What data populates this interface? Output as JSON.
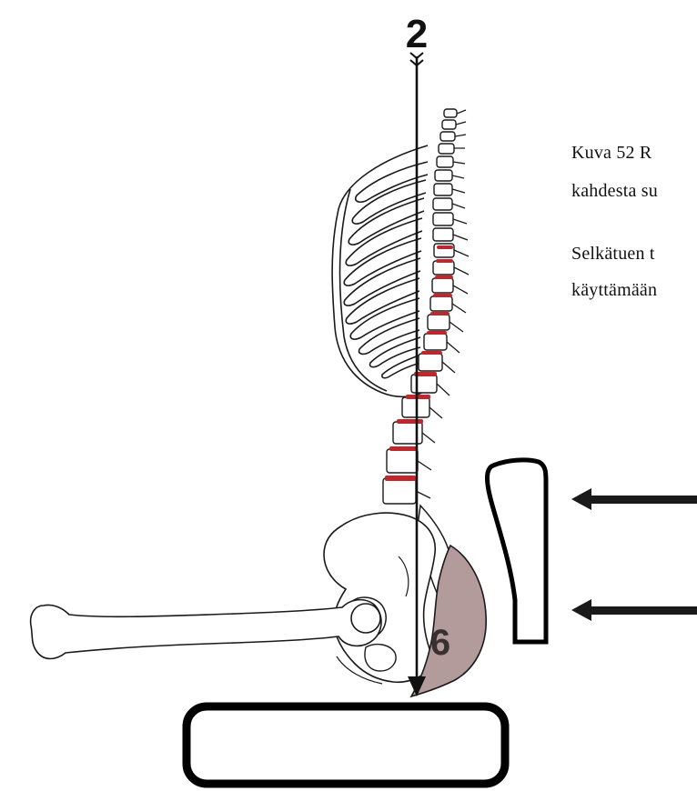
{
  "labels": {
    "top_marker": "2",
    "muscle_marker": "6"
  },
  "caption": {
    "line1": "Kuva 52 R",
    "line2": "kahdesta su",
    "line3": "Selkätuen t",
    "line4": "käyttämään"
  },
  "colors": {
    "bone_outline": "#1a1a1a",
    "intervertebral_disc": "#c0272d",
    "muscle_fill": "#b39a9b",
    "support_outline": "#000000",
    "arrow": "#1a1a1a"
  },
  "icons": {
    "pressure_arrows": "left-arrow-icon",
    "line_of_gravity": "down-arrow-icon"
  }
}
